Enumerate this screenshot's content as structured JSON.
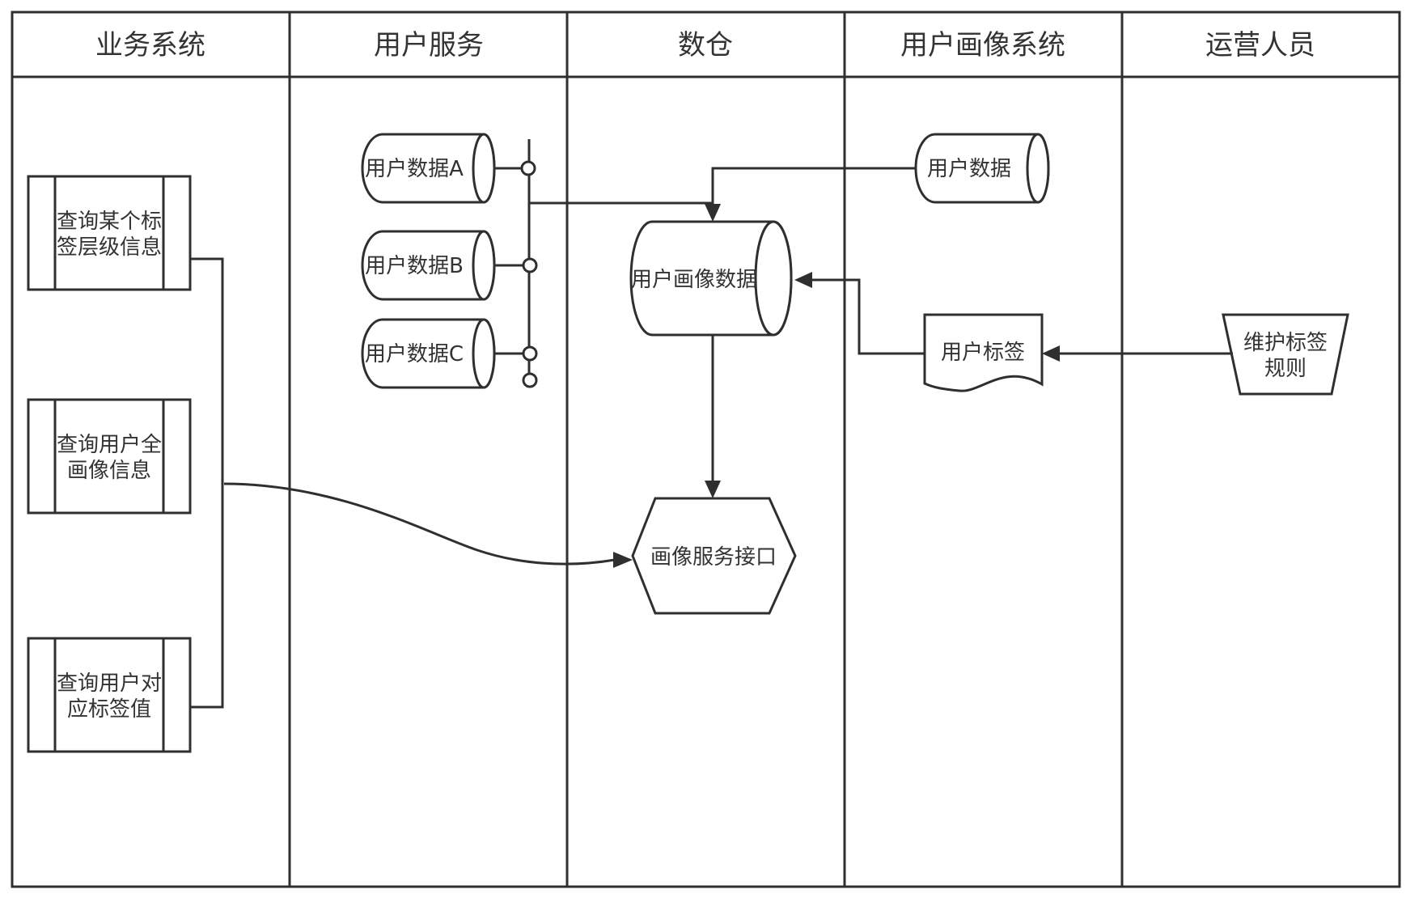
{
  "lanes": [
    {
      "title": "业务系统"
    },
    {
      "title": "用户服务"
    },
    {
      "title": "数仓"
    },
    {
      "title": "用户画像系统"
    },
    {
      "title": "运营人员"
    }
  ],
  "nodes": {
    "query_tag_level": {
      "line1": "查询某个标",
      "line2": "签层级信息"
    },
    "query_full_portrait": {
      "line1": "查询用户全",
      "line2": "画像信息"
    },
    "query_tag_value": {
      "line1": "查询用户对",
      "line2": "应标签值"
    },
    "user_data_a": {
      "label": "用户数据A"
    },
    "user_data_b": {
      "label": "用户数据B"
    },
    "user_data_c": {
      "label": "用户数据C"
    },
    "portrait_data": {
      "label": "用户画像数据"
    },
    "portrait_api": {
      "label": "画像服务接口"
    },
    "user_data": {
      "label": "用户数据"
    },
    "user_tags": {
      "label": "用户标签"
    },
    "maintain_rules": {
      "line1": "维护标签",
      "line2": "规则"
    }
  }
}
